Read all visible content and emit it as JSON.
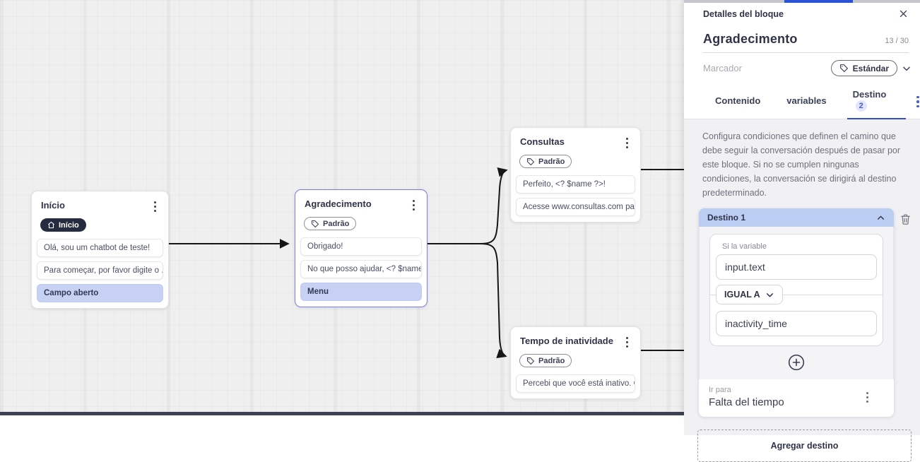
{
  "canvas": {
    "nodes": [
      {
        "title": "Início",
        "badge": "Início",
        "rows": [
          {
            "text": "Olá, sou um chatbot de teste!",
            "highlight": false
          },
          {
            "text": "Para começar, por favor digite o ...",
            "highlight": false
          },
          {
            "text": "Campo aberto",
            "highlight": true
          }
        ]
      },
      {
        "title": "Agradecimento",
        "badge": "Padrão",
        "selected": true,
        "rows": [
          {
            "text": "Obrigado!",
            "highlight": false
          },
          {
            "text": "No que posso ajudar, <? $name ...",
            "highlight": false
          },
          {
            "text": "Menu",
            "highlight": true
          }
        ]
      },
      {
        "title": "Consultas",
        "badge": "Padrão",
        "rows": [
          {
            "text": "Perfeito, <? $name ?>!",
            "highlight": false
          },
          {
            "text": "Acesse www.consultas.com par...",
            "highlight": false
          }
        ]
      },
      {
        "title": "Tempo de inatividade",
        "badge": "Padrão",
        "rows": [
          {
            "text": "Percebi que você está inativo. C...",
            "highlight": false
          }
        ]
      }
    ]
  },
  "panel": {
    "header_title": "Detalles del bloque",
    "block_title": "Agradecimento",
    "char_count": "13 / 30",
    "marker_label": "Marcador",
    "marker_value": "Estándar",
    "tabs": [
      {
        "label": "Contenido"
      },
      {
        "label": "variables"
      },
      {
        "label": "Destino",
        "badge": "2",
        "active": true
      }
    ],
    "description": "Configura condiciones que definen el camino que debe seguir la conversación después de pasar por este bloque. Si no se cumplen ningunas condiciones, la conversación se dirigirá al destino predeterminado.",
    "destination": {
      "header": "Destino 1",
      "condition_label": "Si la variable",
      "variable_value": "input.text",
      "operator": "IGUAL A",
      "value": "inactivity_time",
      "goto_label": "Ir para",
      "goto_value": "Falta del tiempo"
    },
    "add_destination_label": "Agregar destino"
  },
  "colors": {
    "accent_blue": "#2d51d4",
    "highlight_row": "#c6d1f4",
    "destino_header_bg": "#bccdf3",
    "selected_node_border": "#7a7ee0",
    "badge_dark_bg": "#262c3f",
    "tab_badge_bg": "#e3e6fb",
    "tab_badge_text": "#3d5bd9",
    "edge_color": "#161616"
  }
}
